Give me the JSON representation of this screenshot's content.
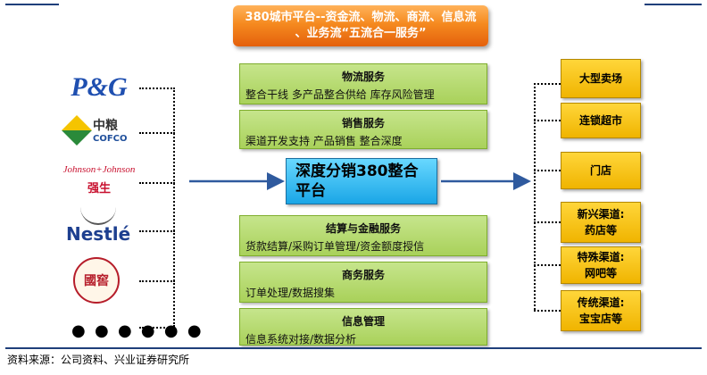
{
  "banner": {
    "line1": "380城市平台--资金流、物流、商流、信息流",
    "line2": "、业务流“五流合一服务”"
  },
  "logos": {
    "pg": "P&G",
    "cofco_cn": "中粮",
    "cofco_en": "COFCO",
    "jj_en": "Johnson+Johnson",
    "jj_cn": "强生",
    "nestle": "Nestlé",
    "guojiao": "國窖",
    "more": "● ● ● ● ● ●"
  },
  "center": {
    "line1": "深度分销380整合",
    "line2": "平台"
  },
  "services": [
    {
      "title": "物流服务",
      "desc": "整合干线 多产品整合供给 库存风险管理"
    },
    {
      "title": "销售服务",
      "desc": "渠道开发支持 产品销售 整合深度"
    },
    {
      "title": "结算与金融服务",
      "desc": "货款结算/采购订单管理/资金额度授信"
    },
    {
      "title": "商务服务",
      "desc": "订单处理/数据搜集"
    },
    {
      "title": "信息管理",
      "desc": "信息系统对接/数据分析"
    }
  ],
  "channels": [
    {
      "line1": "大型卖场",
      "line2": ""
    },
    {
      "line1": "连锁超市",
      "line2": ""
    },
    {
      "line1": "门店",
      "line2": ""
    },
    {
      "line1": "新兴渠道:",
      "line2": "药店等"
    },
    {
      "line1": "特殊渠道:",
      "line2": "网吧等"
    },
    {
      "line1": "传统渠道:",
      "line2": "宝宝店等"
    }
  ],
  "source": "资料来源：公司资料、兴业证券研究所",
  "colors": {
    "banner": "#f58a1f",
    "service": "#a9d15a",
    "center": "#1aa6e6",
    "channel": "#f0b400",
    "arrow": "#2f5a9e"
  }
}
